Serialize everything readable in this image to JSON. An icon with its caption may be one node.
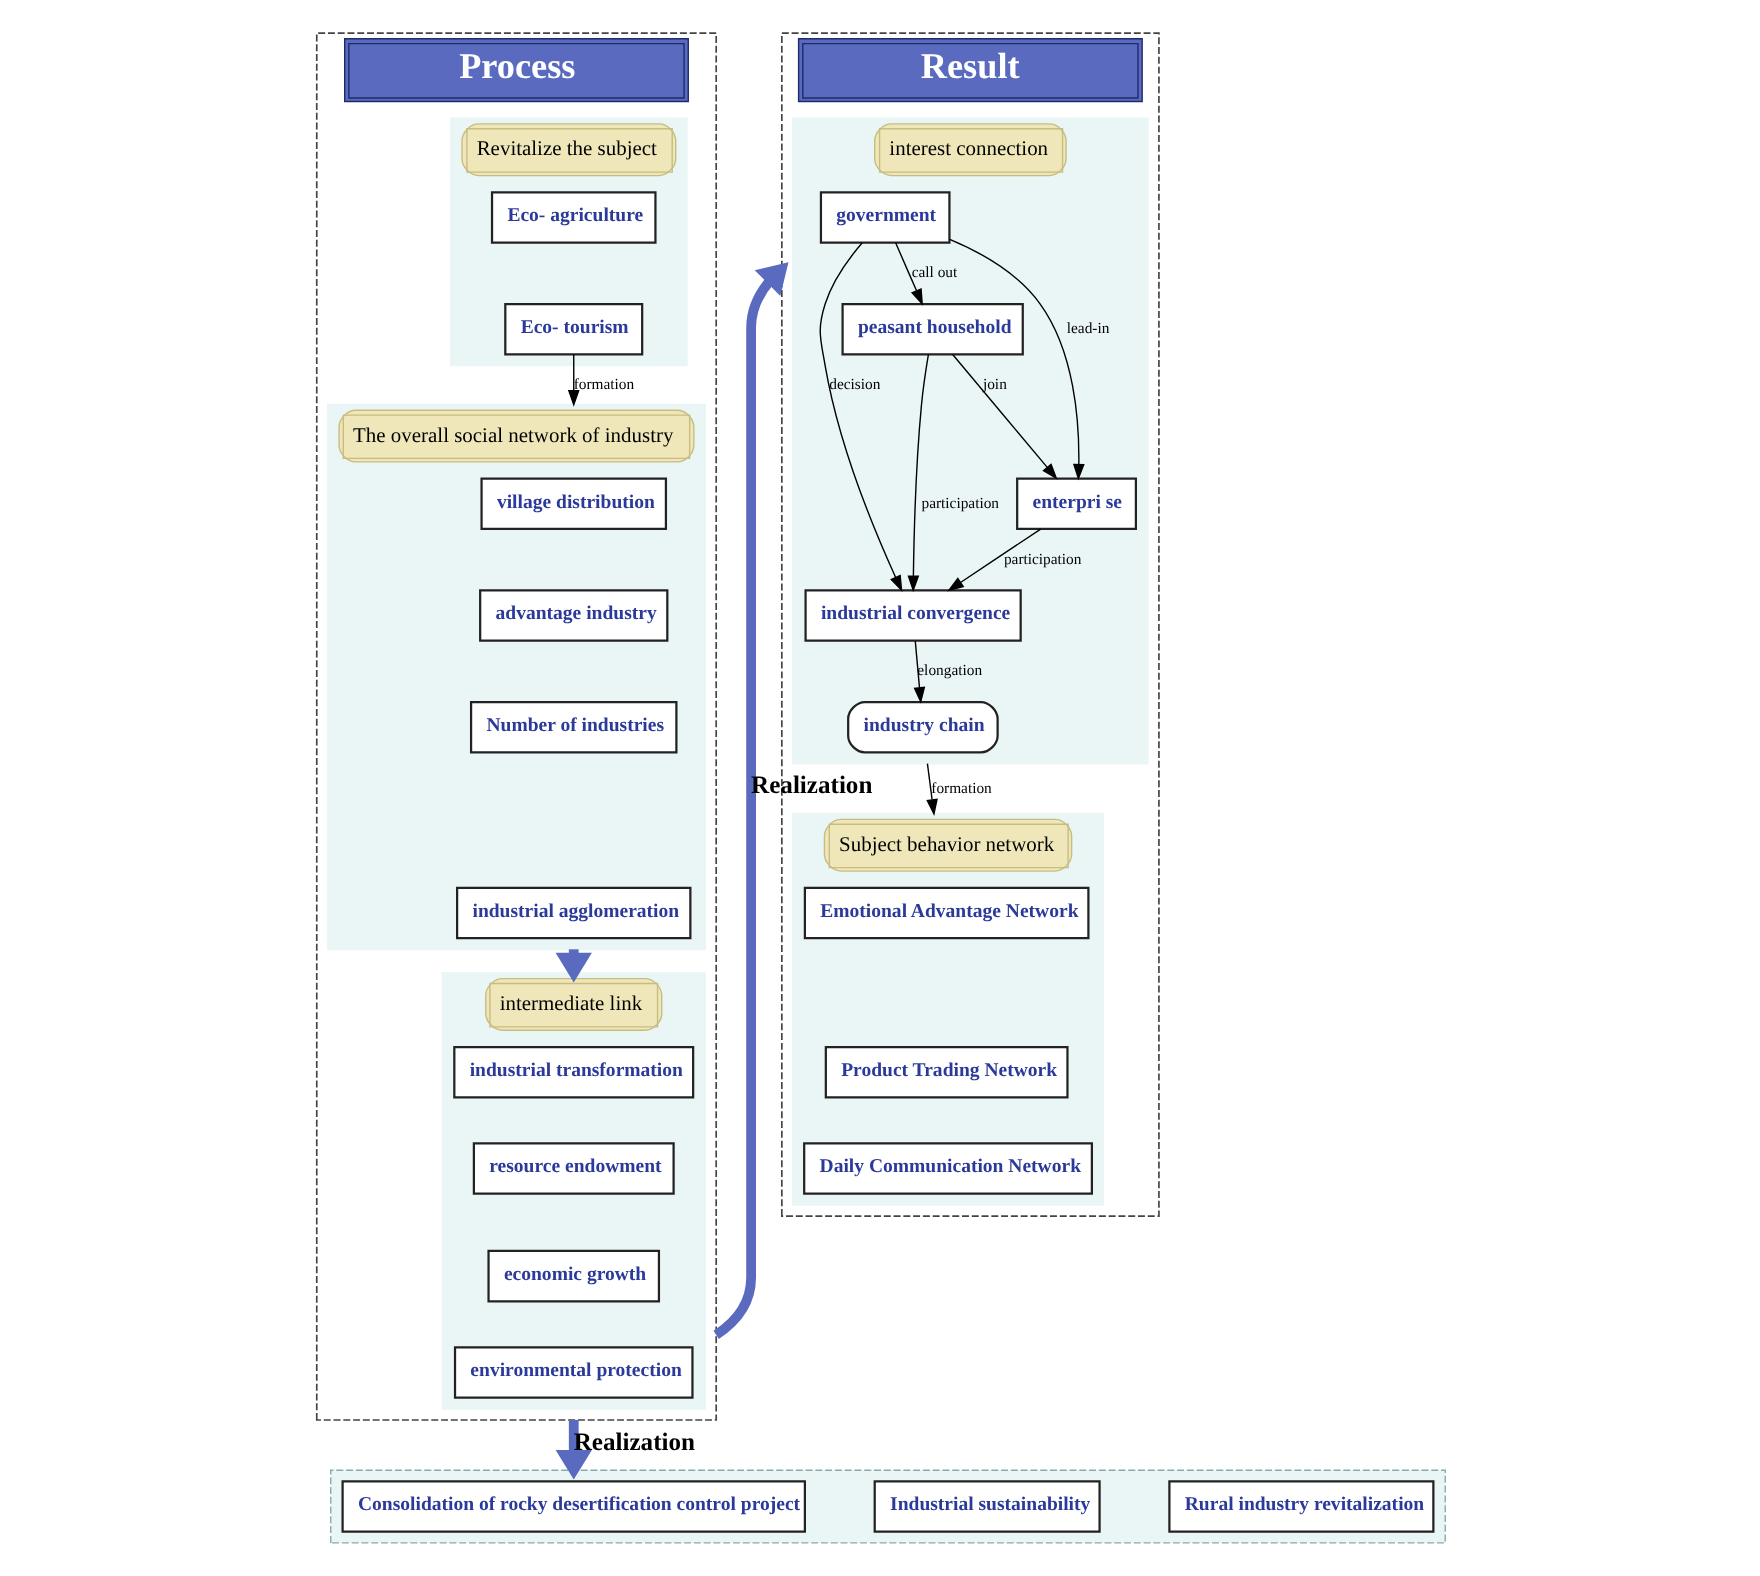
{
  "diagram": {
    "nodes": [
      {
        "text": [
          "Process"
        ]
      },
      {
        "text": [
          "Revitalize the subject"
        ],
        "in": 0
      },
      {
        "text": [
          "Eco- agriculture"
        ],
        "in": 1
      },
      {
        "text": [
          "Eco- tourism"
        ],
        "in": 1
      },
      {
        "text": [
          "The overall social network of industry"
        ],
        "in": 0
      },
      {
        "text": [
          "village distribution"
        ],
        "in": 4
      },
      {
        "text": [
          "advantage industry"
        ],
        "in": 4
      },
      {
        "text": [
          "Number of industries"
        ],
        "in": 4
      },
      {
        "text": [
          "industrial agglomeration"
        ],
        "in": 4
      },
      {
        "text": [
          "intermediate link"
        ],
        "in": 0
      },
      {
        "text": [
          "industrial transformation"
        ],
        "in": 9
      },
      {
        "text": [
          "resource endowment"
        ],
        "in": 9
      },
      {
        "text": [
          "economic growth"
        ],
        "in": 9
      },
      {
        "text": [
          "environmental protection"
        ],
        "in": 9
      },
      {
        "text": [
          "Result"
        ]
      },
      {
        "text": [
          "interest connection"
        ],
        "in": 14
      },
      {
        "text": [
          "government"
        ],
        "in": 15
      },
      {
        "text": [
          "industrial convergence"
        ],
        "in": 15
      },
      {
        "text": [
          "enterpri se"
        ],
        "in": 15
      },
      {
        "text": [
          "peasant household"
        ],
        "in": 15
      },
      {
        "text": [
          "industry chain"
        ],
        "in": 15
      },
      {
        "text": [
          "Subject behavior network"
        ],
        "in": 14
      },
      {
        "text": [
          "Emotional Advantage Network"
        ],
        "in": 21
      },
      {
        "text": [
          "Product Trading Network"
        ],
        "in": 21
      },
      {
        "text": [
          "Daily Communication Network"
        ],
        "in": 21
      },
      {
        "text": [],
        "shape": "box"
      },
      {
        "text": [
          "Consolidation of rocky desertification control project"
        ],
        "in": 25
      },
      {
        "text": [
          "Industrial sustainability"
        ],
        "in": 25
      },
      {
        "text": [
          "Rural industry revitalization"
        ],
        "in": 25
      }
    ],
    "edges": [
      {
        "from": 3,
        "to": 4,
        "label": "formation",
        "arrow": "to"
      },
      {
        "from": 4,
        "to": 9,
        "arrow": "to",
        "style": "thick",
        "color": "#5a6bbf"
      },
      {
        "from": 0,
        "to": 14,
        "label": "Realization",
        "arrow": "to",
        "style": "thick",
        "color": "#5a6bbf"
      },
      {
        "from": 16,
        "to": 17,
        "label": "decision",
        "arrow": "to"
      },
      {
        "from": 16,
        "to": 18,
        "label": "lead-in",
        "arrow": "to"
      },
      {
        "from": 16,
        "to": 19,
        "label": "call out",
        "arrow": "to"
      },
      {
        "from": 18,
        "to": 17,
        "label": "participation",
        "arrow": "to"
      },
      {
        "from": 19,
        "to": 18,
        "label": "join",
        "arrow": "to"
      },
      {
        "from": 19,
        "to": 17,
        "label": "participation",
        "arrow": "to"
      },
      {
        "from": 17,
        "to": 20,
        "label": "elongation",
        "arrow": "to"
      },
      {
        "from": 15,
        "to": 21,
        "label": "formation",
        "arrow": "to"
      },
      {
        "from": 0,
        "to": 25,
        "label": "Realization",
        "arrow": "to",
        "style": "thick",
        "color": "#5a6bbf"
      }
    ]
  }
}
